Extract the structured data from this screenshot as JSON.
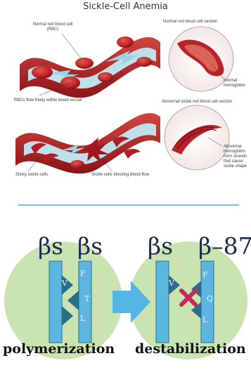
{
  "figure": {
    "title": "Sickle-Cell Anemia",
    "colors": {
      "vessel": "#c1272d",
      "vessel_shadow": "#8a1418",
      "flow": "#bfe0ea",
      "flow_arrow": "#9fd0e6",
      "divider": "#7fc0e0",
      "circle": "#c9e3b1",
      "strand": "#5bb6e0",
      "strand_dark": "#2a6e8a",
      "shift_arrow": "#55b6e6",
      "cross": "#c5285a"
    },
    "top_panel": {
      "labels": {
        "normal_rbc": "Normal red blood cell (RBC)",
        "normal_section": "Normal red blood cell section",
        "normal_hemoglobin": "Normal hemoglobin",
        "rbc_flow": "RBCs flow freely within blood vessel",
        "abnormal_section": "Abnormal sickle red blood cell section",
        "sticky": "Sticky sickle cells",
        "blocking": "Sickle cells blocking blood flow",
        "abnormal_hemoglobin": "Abnormal hemoglobin form strands that cause sickle shape"
      }
    },
    "bottom_panel": {
      "left": {
        "strand_a": "βs",
        "strand_b": "βs",
        "residues": [
          "V",
          "F",
          "T",
          "L"
        ],
        "caption": "polymerization"
      },
      "right": {
        "strand_a": "βs",
        "strand_b": "β–87",
        "residues": [
          "V",
          "F",
          "Q",
          "L"
        ],
        "caption": "destabilization"
      },
      "icons": [
        "arrow-right-icon",
        "cross-icon"
      ]
    }
  }
}
